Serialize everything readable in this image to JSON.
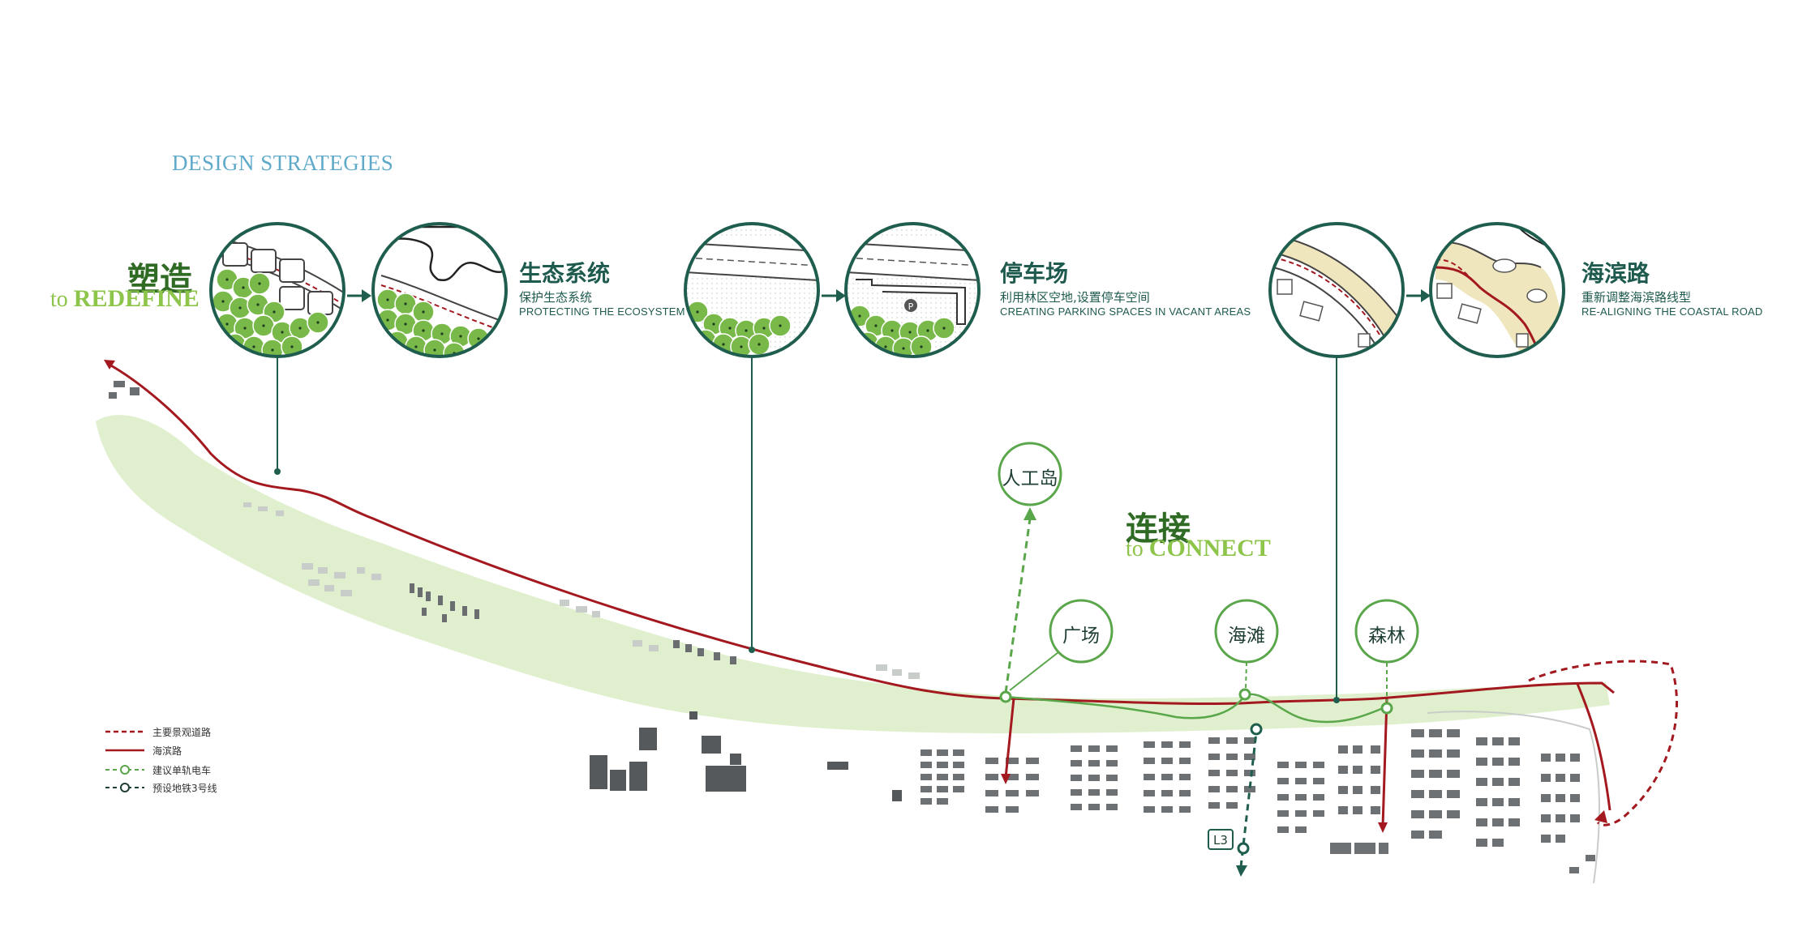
{
  "header": {
    "title": "DESIGN STRATEGIES"
  },
  "redefine": {
    "cn": "塑造",
    "en_prefix": "to ",
    "en_main": "REDEFINE"
  },
  "connect": {
    "cn": "连接",
    "en_prefix": "to ",
    "en_main": "CONNECT"
  },
  "strategies": [
    {
      "cn": "生态系统",
      "sub": "保护生态系统",
      "en": "PROTECTING THE ECOSYSTEM"
    },
    {
      "cn": "停车场",
      "sub": "利用林区空地,设置停车空间",
      "en": "CREATING PARKING SPACES IN VACANT AREAS"
    },
    {
      "cn": "海滨路",
      "sub": "重新调整海滨路线型",
      "en": "RE-ALIGNING THE COASTAL ROAD"
    }
  ],
  "pois": [
    {
      "label": "人工岛"
    },
    {
      "label": "广场"
    },
    {
      "label": "海滩"
    },
    {
      "label": "森林"
    }
  ],
  "parking_symbol": "P",
  "metro_tag": "L3",
  "legend": [
    {
      "label": "主要景观道路",
      "style": "dashed-red"
    },
    {
      "label": "海滨路",
      "style": "solid-red"
    },
    {
      "label": "建议单轨电车",
      "style": "green-rings"
    },
    {
      "label": "预设地铁3号线",
      "style": "dark-rings"
    }
  ],
  "colors": {
    "road_red": "#a3191f",
    "tram_green": "#5aa64a",
    "dark_green": "#1f5e4e",
    "park_green": "#ddeec9",
    "tree_green": "#78b94a",
    "building_grey": "#55595b",
    "title_blue": "#5fa9c9"
  }
}
